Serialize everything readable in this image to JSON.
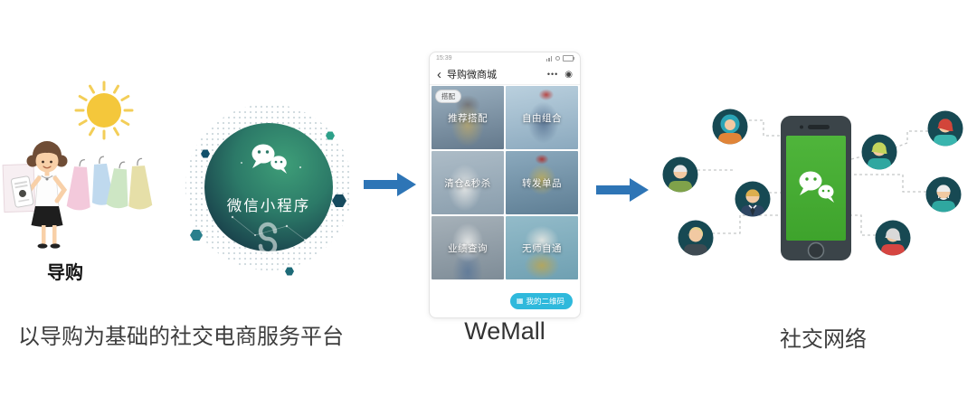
{
  "captions": {
    "guide": "导购",
    "platform": "以导购为基础的社交电商服务平台",
    "wemall": "WeMall",
    "social": "社交网络"
  },
  "globe": {
    "title": "微信小程序"
  },
  "miniapp": {
    "status_time": "15:39",
    "nav_back": "‹",
    "nav_title": "导购微商城",
    "menu_dots": "•••",
    "capsule_circle": "◉",
    "badge": "搭配",
    "tiles": [
      {
        "label": "推荐搭配"
      },
      {
        "label": "自由组合"
      },
      {
        "label": "清仓&秒杀"
      },
      {
        "label": "转发单品"
      },
      {
        "label": "业绩查询"
      },
      {
        "label": "无师自通"
      }
    ],
    "qr_button": {
      "icon": "▦",
      "label": "我的二维码"
    }
  },
  "colors": {
    "arrow_blue": "#2E75B6",
    "wechat_green": "#43B02A",
    "qr_pill": "#2FB9DC",
    "globe_green": "#2C7A68"
  }
}
